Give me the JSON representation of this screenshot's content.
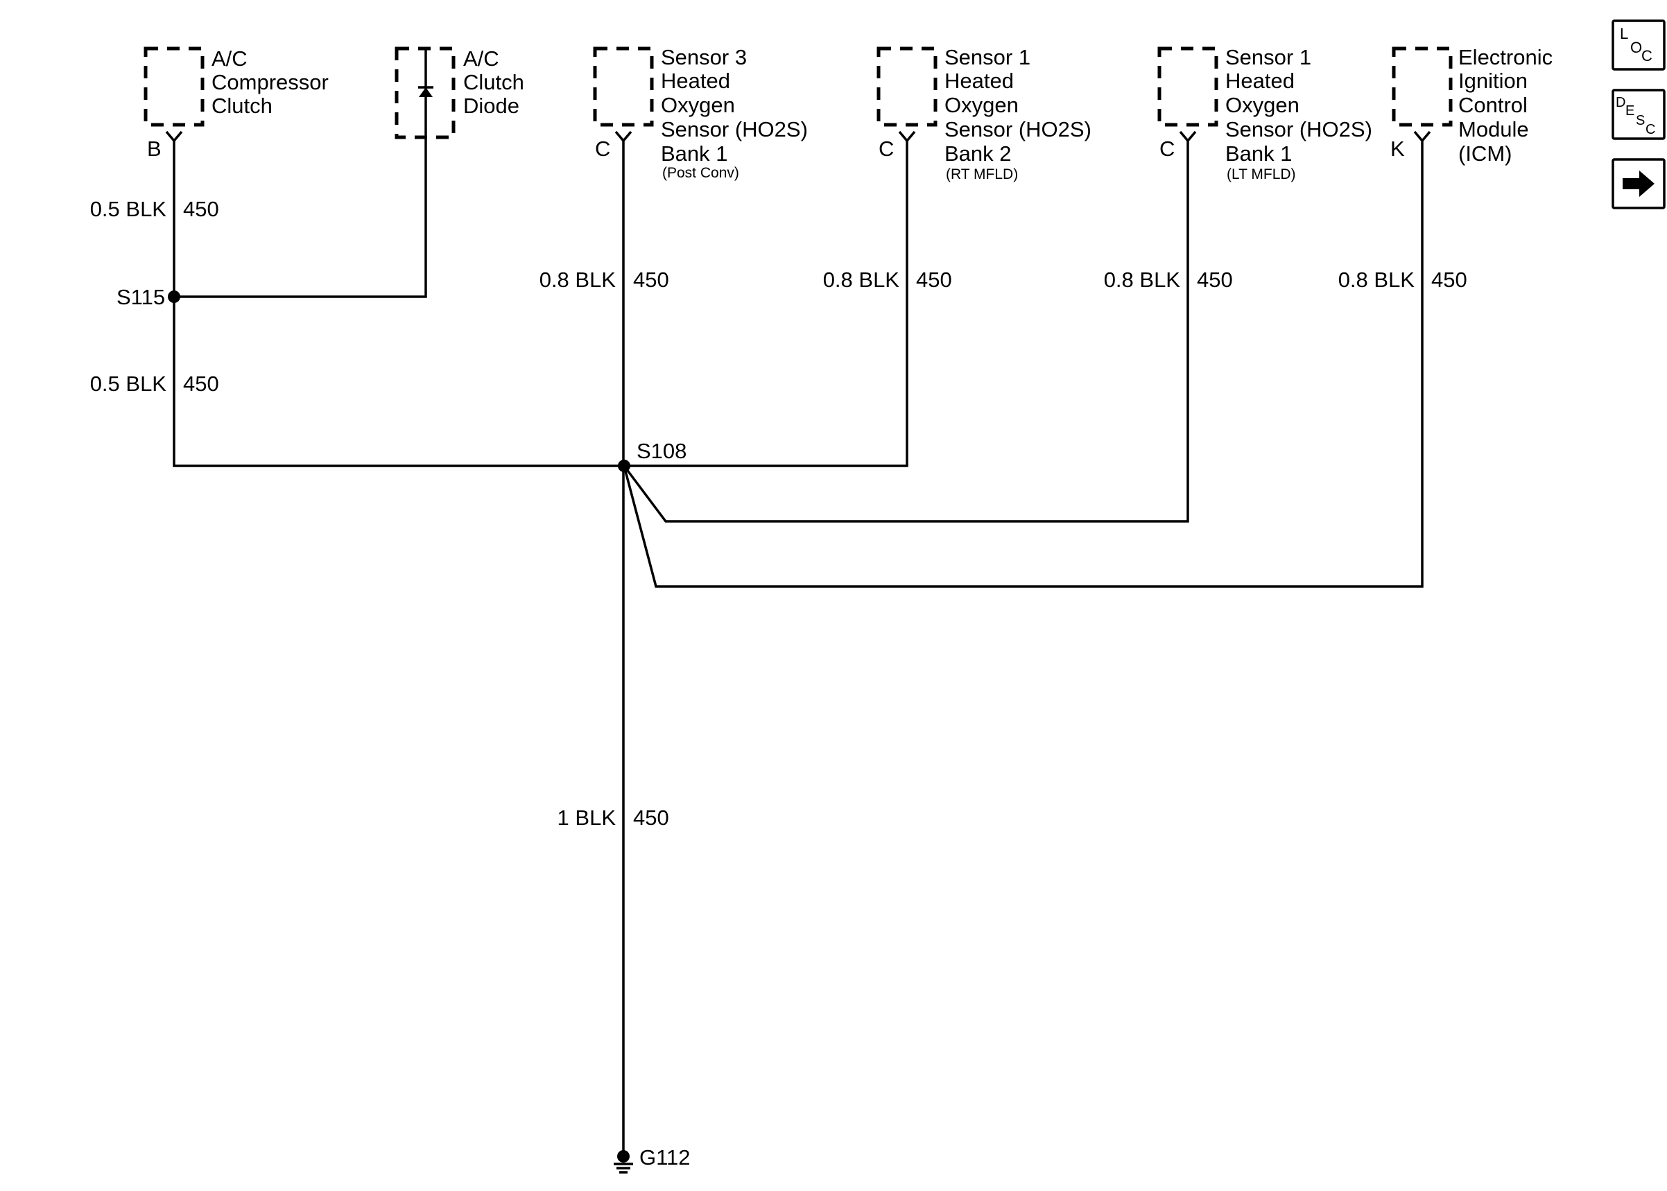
{
  "components": {
    "ac_clutch": {
      "lines": [
        "A/C",
        "Compressor",
        "Clutch"
      ],
      "pin": "B"
    },
    "ac_diode": {
      "lines": [
        "A/C",
        "Clutch",
        "Diode"
      ]
    },
    "sensor3": {
      "lines": [
        "Sensor 3",
        "Heated",
        "Oxygen",
        "Sensor (HO2S)",
        "Bank 1"
      ],
      "note": "(Post Conv)",
      "pin": "C"
    },
    "sensor1_b2": {
      "lines": [
        "Sensor 1",
        "Heated",
        "Oxygen",
        "Sensor (HO2S)",
        "Bank 2"
      ],
      "note": "(RT MFLD)",
      "pin": "C"
    },
    "sensor1_b1": {
      "lines": [
        "Sensor 1",
        "Heated",
        "Oxygen",
        "Sensor (HO2S)",
        "Bank 1"
      ],
      "note": "(LT MFLD)",
      "pin": "C"
    },
    "icm": {
      "lines": [
        "Electronic",
        "Ignition",
        "Control",
        "Module",
        "(ICM)"
      ],
      "pin": "K"
    }
  },
  "wires": {
    "ac_top": {
      "size": "0.5 BLK",
      "circuit": "450"
    },
    "ac_bottom": {
      "size": "0.5 BLK",
      "circuit": "450"
    },
    "sensor3": {
      "size": "0.8 BLK",
      "circuit": "450"
    },
    "sensor1_b2": {
      "size": "0.8 BLK",
      "circuit": "450"
    },
    "sensor1_b1": {
      "size": "0.8 BLK",
      "circuit": "450"
    },
    "icm": {
      "size": "0.8 BLK",
      "circuit": "450"
    },
    "main": {
      "size": "1 BLK",
      "circuit": "450"
    }
  },
  "splices": {
    "s115": "S115",
    "s108": "S108"
  },
  "ground": "G112",
  "nav": {
    "loc": {
      "big": "L",
      "mid": "O",
      "small": "C"
    },
    "desc": {
      "a": "D",
      "b": "E",
      "c": "S",
      "d": "C"
    },
    "next_icon": "right-arrow-icon"
  }
}
